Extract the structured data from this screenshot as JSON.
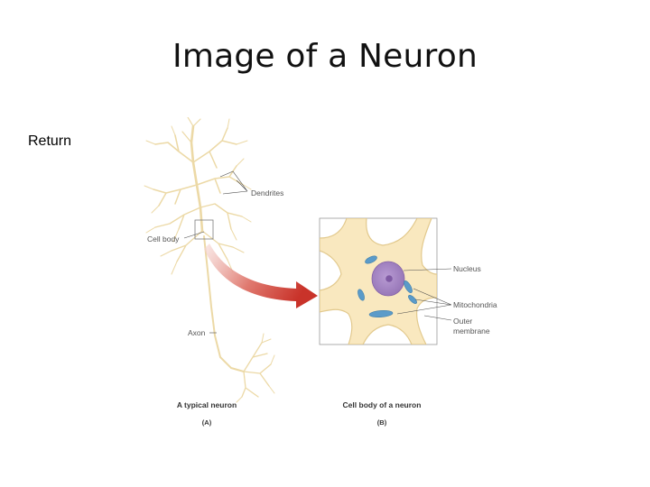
{
  "slide": {
    "title": "Image of a Neuron",
    "return_label": "Return"
  },
  "diagram": {
    "labels": {
      "dendrites": "Dendrites",
      "cell_body": "Cell body",
      "axon": "Axon",
      "nucleus": "Nucleus",
      "mitochondria": "Mitochondria",
      "outer_membrane_line1": "Outer",
      "outer_membrane_line2": "membrane"
    },
    "captions": {
      "panel_a": "A typical neuron",
      "panel_a_letter": "(A)",
      "panel_b": "Cell body of a neuron",
      "panel_b_letter": "(B)"
    },
    "colors": {
      "neuron_fill": "#f9e8bf",
      "neuron_stroke": "#e2c98d",
      "nucleus": "#a686c2",
      "mitochondria": "#5b9bc9",
      "arrow": "#d2453b"
    }
  }
}
